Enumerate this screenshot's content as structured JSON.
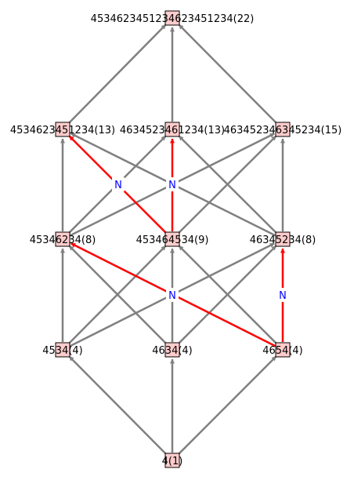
{
  "colors": {
    "edge": "#808080",
    "highlight": "#ff0000",
    "node_fill": "#ffcccc",
    "node_stroke": "#000000",
    "mid_label": "#0000ff"
  },
  "nodes": [
    {
      "id": "n22",
      "label": "4534623451234623451234(22)"
    },
    {
      "id": "n13a",
      "label": "4534623451234(13)"
    },
    {
      "id": "n13b",
      "label": "4634523461234(13)"
    },
    {
      "id": "n15",
      "label": "463452346345234(15)"
    },
    {
      "id": "n8a",
      "label": "45346234(8)"
    },
    {
      "id": "n9",
      "label": "453464534(9)"
    },
    {
      "id": "n8b",
      "label": "46345234(8)"
    },
    {
      "id": "n4a",
      "label": "4534(4)"
    },
    {
      "id": "n4b",
      "label": "4634(4)"
    },
    {
      "id": "n4c",
      "label": "4654(4)"
    },
    {
      "id": "n1",
      "label": "4(1)"
    }
  ],
  "edges": [
    {
      "from": "n1",
      "to": "n4a",
      "highlight": false
    },
    {
      "from": "n1",
      "to": "n4b",
      "highlight": false
    },
    {
      "from": "n1",
      "to": "n4c",
      "highlight": false
    },
    {
      "from": "n4a",
      "to": "n8a",
      "highlight": false
    },
    {
      "from": "n4a",
      "to": "n9",
      "highlight": false
    },
    {
      "from": "n4a",
      "to": "n8b",
      "highlight": false
    },
    {
      "from": "n4b",
      "to": "n8a",
      "highlight": false
    },
    {
      "from": "n4b",
      "to": "n9",
      "highlight": false
    },
    {
      "from": "n4b",
      "to": "n8b",
      "highlight": false
    },
    {
      "from": "n4c",
      "to": "n8a",
      "highlight": true,
      "label": "N"
    },
    {
      "from": "n4c",
      "to": "n9",
      "highlight": false
    },
    {
      "from": "n4c",
      "to": "n8b",
      "highlight": true,
      "label": "N"
    },
    {
      "from": "n8a",
      "to": "n13a",
      "highlight": false
    },
    {
      "from": "n8a",
      "to": "n13b",
      "highlight": false
    },
    {
      "from": "n8a",
      "to": "n15",
      "highlight": false
    },
    {
      "from": "n9",
      "to": "n13a",
      "highlight": true,
      "label": "N"
    },
    {
      "from": "n9",
      "to": "n13b",
      "highlight": true,
      "label": "N"
    },
    {
      "from": "n9",
      "to": "n15",
      "highlight": false
    },
    {
      "from": "n8b",
      "to": "n13a",
      "highlight": false
    },
    {
      "from": "n8b",
      "to": "n13b",
      "highlight": false
    },
    {
      "from": "n8b",
      "to": "n15",
      "highlight": false
    },
    {
      "from": "n13a",
      "to": "n22",
      "highlight": false
    },
    {
      "from": "n13b",
      "to": "n22",
      "highlight": false
    },
    {
      "from": "n15",
      "to": "n22",
      "highlight": false
    }
  ]
}
